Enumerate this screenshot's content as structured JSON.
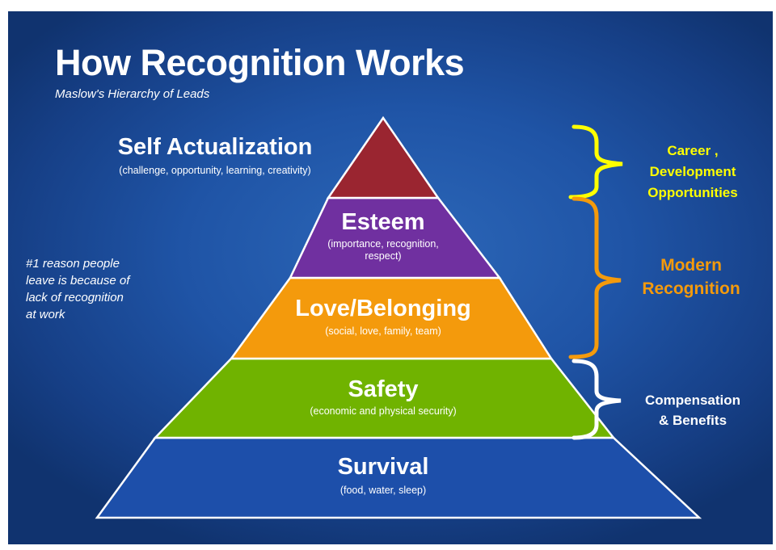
{
  "header": {
    "title": "How Recognition Works",
    "subtitle": "Maslow's  Hierarchy of Leads"
  },
  "note": "#1 reason people\nleave is because of\nlack of recognition\nat work",
  "pyramid": {
    "levels": [
      {
        "title": "Self Actualization",
        "desc": "(challenge, opportunity, learning, creativity)",
        "color": "#9a2530"
      },
      {
        "title": "Esteem",
        "desc": "(importance, recognition,\nrespect)",
        "color": "#7030a0"
      },
      {
        "title": "Love/Belonging",
        "desc": "(social, love, family, team)",
        "color": "#f49a0c"
      },
      {
        "title": "Safety",
        "desc": "(economic and physical security)",
        "color": "#70b300"
      },
      {
        "title": "Survival",
        "desc": "(food, water, sleep)",
        "color": "#1d4faa"
      }
    ]
  },
  "brackets": [
    {
      "label": "Career ,\nDevelopment\nOpportunities",
      "color": "#ffff00"
    },
    {
      "label": "Modern\nRecognition",
      "color": "#f49a0c"
    },
    {
      "label": "Compensation\n& Benefits",
      "color": "#ffffff"
    }
  ]
}
